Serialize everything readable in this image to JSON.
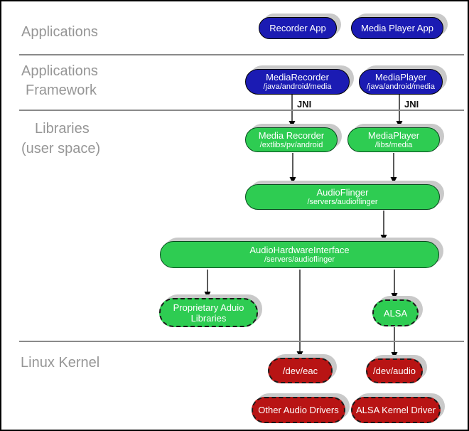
{
  "sections": {
    "applications": "Applications",
    "framework_line1": "Applications",
    "framework_line2": "Framework",
    "libraries_line1": "Libraries",
    "libraries_line2": "(user space)",
    "linux_kernel": "Linux Kernel"
  },
  "annotations": {
    "jni_left": "JNI",
    "jni_right": "JNI"
  },
  "nodes": {
    "recorder_app": {
      "title": "Recorder App"
    },
    "media_player_app": {
      "title": "Media Player App"
    },
    "media_recorder_framework": {
      "title": "MediaRecorder",
      "subtitle": "/java/android/media"
    },
    "media_player_framework": {
      "title": "MediaPlayer",
      "subtitle": "/java/android/media"
    },
    "media_recorder_lib": {
      "title": "Media Recorder",
      "subtitle": "/extlibs/pv/android"
    },
    "media_player_lib": {
      "title": "MediaPlayer",
      "subtitle": "/libs/media"
    },
    "audio_flinger": {
      "title": "AudioFlinger",
      "subtitle": "/servers/audioflinger"
    },
    "audio_hardware_interface": {
      "title": "AudioHardwareInterface",
      "subtitle": "/servers/audioflinger"
    },
    "proprietary_audio_libraries": {
      "title": "Proprietary Aduio Libraries"
    },
    "alsa": {
      "title": "ALSA"
    },
    "dev_eac": {
      "title": "/dev/eac"
    },
    "dev_audio": {
      "title": "/dev/audio"
    },
    "other_audio_drivers": {
      "title": "Other Audio Drivers"
    },
    "alsa_kernel_driver": {
      "title": "ALSA Kernel Driver"
    }
  },
  "colors": {
    "app_blue": "#1b1bb3",
    "lib_green": "#2ecc52",
    "kernel_red": "#b81414",
    "shadow_gray": "#c9c9c9",
    "label_gray": "#969696"
  }
}
